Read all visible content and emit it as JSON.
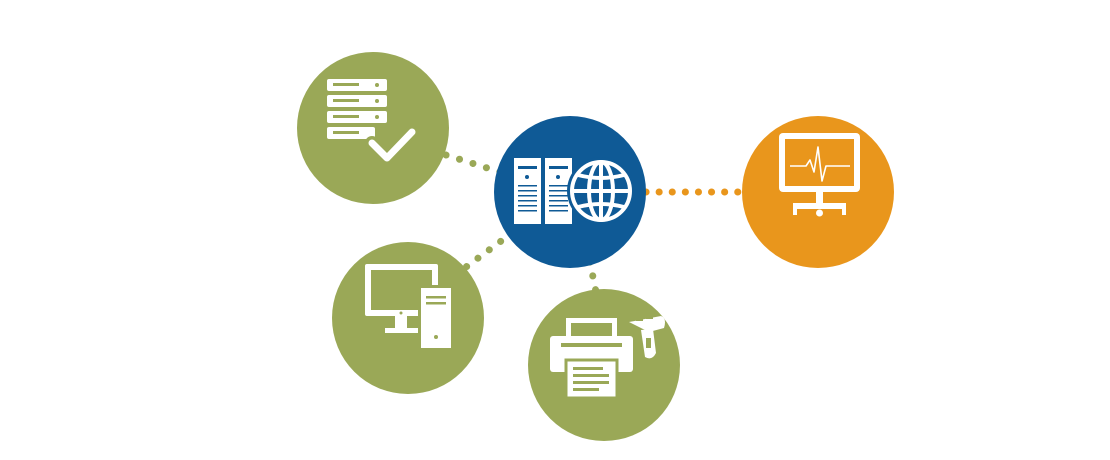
{
  "colors": {
    "background": "#ffffff",
    "green": "#9aa857",
    "blue": "#0f5a96",
    "orange": "#e9961c",
    "icon": "#ffffff"
  },
  "nodes": [
    {
      "id": "server-check",
      "color": "green",
      "icon": "server-rack-check-icon"
    },
    {
      "id": "data-center",
      "color": "blue",
      "icon": "servers-globe-icon"
    },
    {
      "id": "monitor-heartbeat",
      "color": "orange",
      "icon": "monitor-heartbeat-icon"
    },
    {
      "id": "desktop-computer",
      "color": "green",
      "icon": "desktop-tower-icon"
    },
    {
      "id": "printer-scanner",
      "color": "green",
      "icon": "printer-barcode-scanner-icon"
    }
  ],
  "connections": [
    {
      "from": "data-center",
      "to": "server-check",
      "color": "green",
      "style": "dotted"
    },
    {
      "from": "data-center",
      "to": "desktop-computer",
      "color": "green",
      "style": "dotted"
    },
    {
      "from": "data-center",
      "to": "printer-scanner",
      "color": "green",
      "style": "dotted"
    },
    {
      "from": "data-center",
      "to": "monitor-heartbeat",
      "color": "orange",
      "style": "dotted"
    }
  ]
}
